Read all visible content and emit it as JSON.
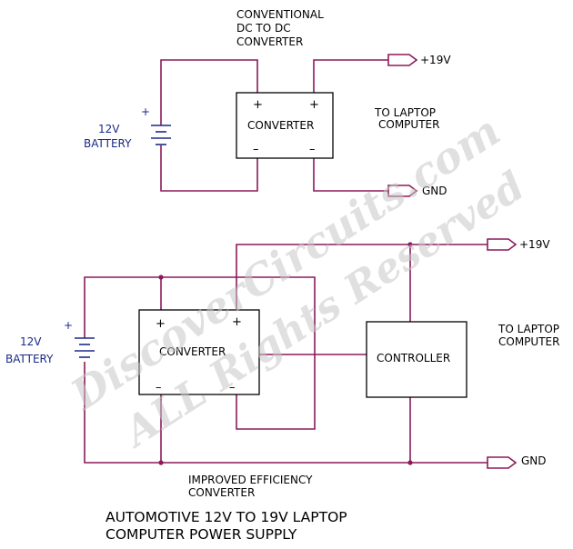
{
  "top": {
    "heading_lines": [
      "CONVENTIONAL",
      "DC TO DC",
      "CONVERTER"
    ],
    "battery_plus": "+",
    "battery_lines": [
      "12V",
      "BATTERY"
    ],
    "converter": {
      "label": "CONVERTER",
      "in_plus": "+",
      "out_plus": "+",
      "in_minus": "–",
      "out_minus": "–"
    },
    "out_v": "+19V",
    "out_gnd": "GND",
    "laptop_lines": [
      "TO LAPTOP",
      "COMPUTER"
    ]
  },
  "bottom": {
    "battery_plus": "+",
    "battery_lines": [
      "12V",
      "BATTERY"
    ],
    "converter": {
      "label": "CONVERTER",
      "in_plus": "+",
      "out_plus": "+",
      "in_minus": "–",
      "out_minus": "–"
    },
    "controller_label": "CONTROLLER",
    "out_v": "+19V",
    "out_gnd": "GND",
    "laptop_lines": [
      "TO LAPTOP",
      "COMPUTER"
    ],
    "caption_lines": [
      "IMPROVED EFFICIENCY",
      "CONVERTER"
    ]
  },
  "title_lines": [
    "AUTOMOTIVE 12V TO 19V LAPTOP",
    "COMPUTER POWER SUPPLY"
  ],
  "watermark_lines": [
    "DiscoverCircuits.com",
    "ALL Rights Reserved"
  ],
  "colors": {
    "wire": "#8b1a5a",
    "battery": "#1a2a88",
    "watermark": "#c8c8c8"
  }
}
